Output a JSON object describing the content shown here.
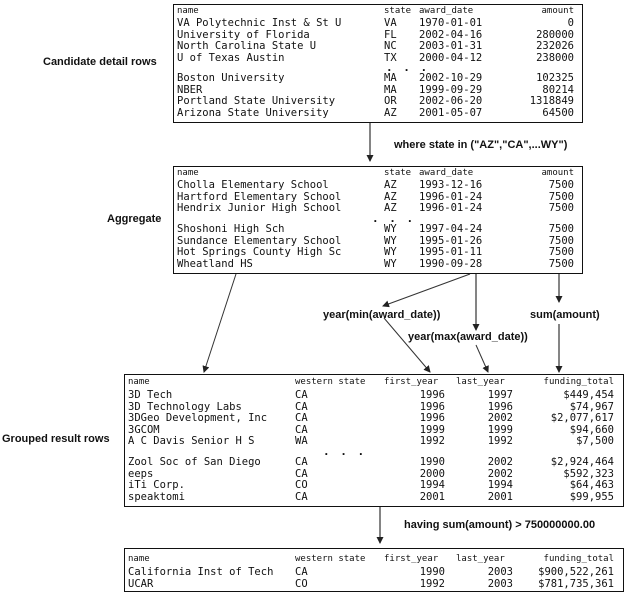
{
  "labels": {
    "candidate": "Candidate detail rows",
    "aggregate": "Aggregate",
    "grouped": "Grouped result rows"
  },
  "ellipsis": ". . .",
  "operations": {
    "where": "where state in (\"AZ\",\"CA\",...WY\")",
    "min_year": "year(min(award_date))",
    "max_year": "year(max(award_date))",
    "sum": "sum(amount)",
    "having": "having sum(amount) > 750000000.00"
  },
  "candidate_table": {
    "headers": [
      "name",
      "state",
      "award_date",
      "amount"
    ],
    "rows_top": [
      [
        "VA Polytechnic Inst & St U",
        "VA",
        "1970-01-01",
        "0"
      ],
      [
        "University of Florida",
        "FL",
        "2002-04-16",
        "280000"
      ],
      [
        "North Carolina State U",
        "NC",
        "2003-01-31",
        "232026"
      ],
      [
        "U of Texas Austin",
        "TX",
        "2000-04-12",
        "238000"
      ]
    ],
    "rows_bottom": [
      [
        "Boston University",
        "MA",
        "2002-10-29",
        "102325"
      ],
      [
        "NBER",
        "MA",
        "1999-09-29",
        "80214"
      ],
      [
        "Portland State University",
        "OR",
        "2002-06-20",
        "1318849"
      ],
      [
        "Arizona State University",
        "AZ",
        "2001-05-07",
        "64500"
      ]
    ]
  },
  "aggregate_table": {
    "headers": [
      "name",
      "state",
      "award_date",
      "amount"
    ],
    "rows_top": [
      [
        "Cholla Elementary School",
        "AZ",
        "1993-12-16",
        "7500"
      ],
      [
        "Hartford Elementary School",
        "AZ",
        "1996-01-24",
        "7500"
      ],
      [
        "Hendrix Junior High School",
        "AZ",
        "1996-01-24",
        "7500"
      ]
    ],
    "rows_bottom": [
      [
        "Shoshoni High Sch",
        "WY",
        "1997-04-24",
        "7500"
      ],
      [
        "Sundance Elementary School",
        "WY",
        "1995-01-26",
        "7500"
      ],
      [
        "Hot Springs County High Sc",
        "WY",
        "1995-01-11",
        "7500"
      ],
      [
        "Wheatland HS",
        "WY",
        "1990-09-28",
        "7500"
      ]
    ]
  },
  "grouped_table": {
    "headers": [
      "name",
      "western state",
      "first_year",
      "last_year",
      "funding_total"
    ],
    "rows_top": [
      [
        "3D Tech",
        "CA",
        "1996",
        "1997",
        "$449,454"
      ],
      [
        "3D Technology Labs",
        "CA",
        "1996",
        "1996",
        "$74,967"
      ],
      [
        "3DGeo Development, Inc",
        "CA",
        "1996",
        "2002",
        "$2,077,617"
      ],
      [
        "3GCOM",
        "CA",
        "1999",
        "1999",
        "$94,660"
      ],
      [
        "A C Davis Senior H S",
        "WA",
        "1992",
        "1992",
        "$7,500"
      ]
    ],
    "rows_bottom": [
      [
        "Zool Soc of San Diego",
        "CA",
        "1990",
        "2002",
        "$2,924,464"
      ],
      [
        "eeps",
        "CA",
        "2000",
        "2002",
        "$592,323"
      ],
      [
        "iTi Corp.",
        "CO",
        "1994",
        "1994",
        "$64,463"
      ],
      [
        "speaktomi",
        "CA",
        "2001",
        "2001",
        "$99,955"
      ]
    ]
  },
  "result_table": {
    "headers": [
      "name",
      "western state",
      "first_year",
      "last_year",
      "funding_total"
    ],
    "rows": [
      [
        "California Inst of Tech",
        "CA",
        "1990",
        "2003",
        "$900,522,261"
      ],
      [
        "UCAR",
        "CO",
        "1992",
        "2003",
        "$781,735,361"
      ]
    ]
  }
}
